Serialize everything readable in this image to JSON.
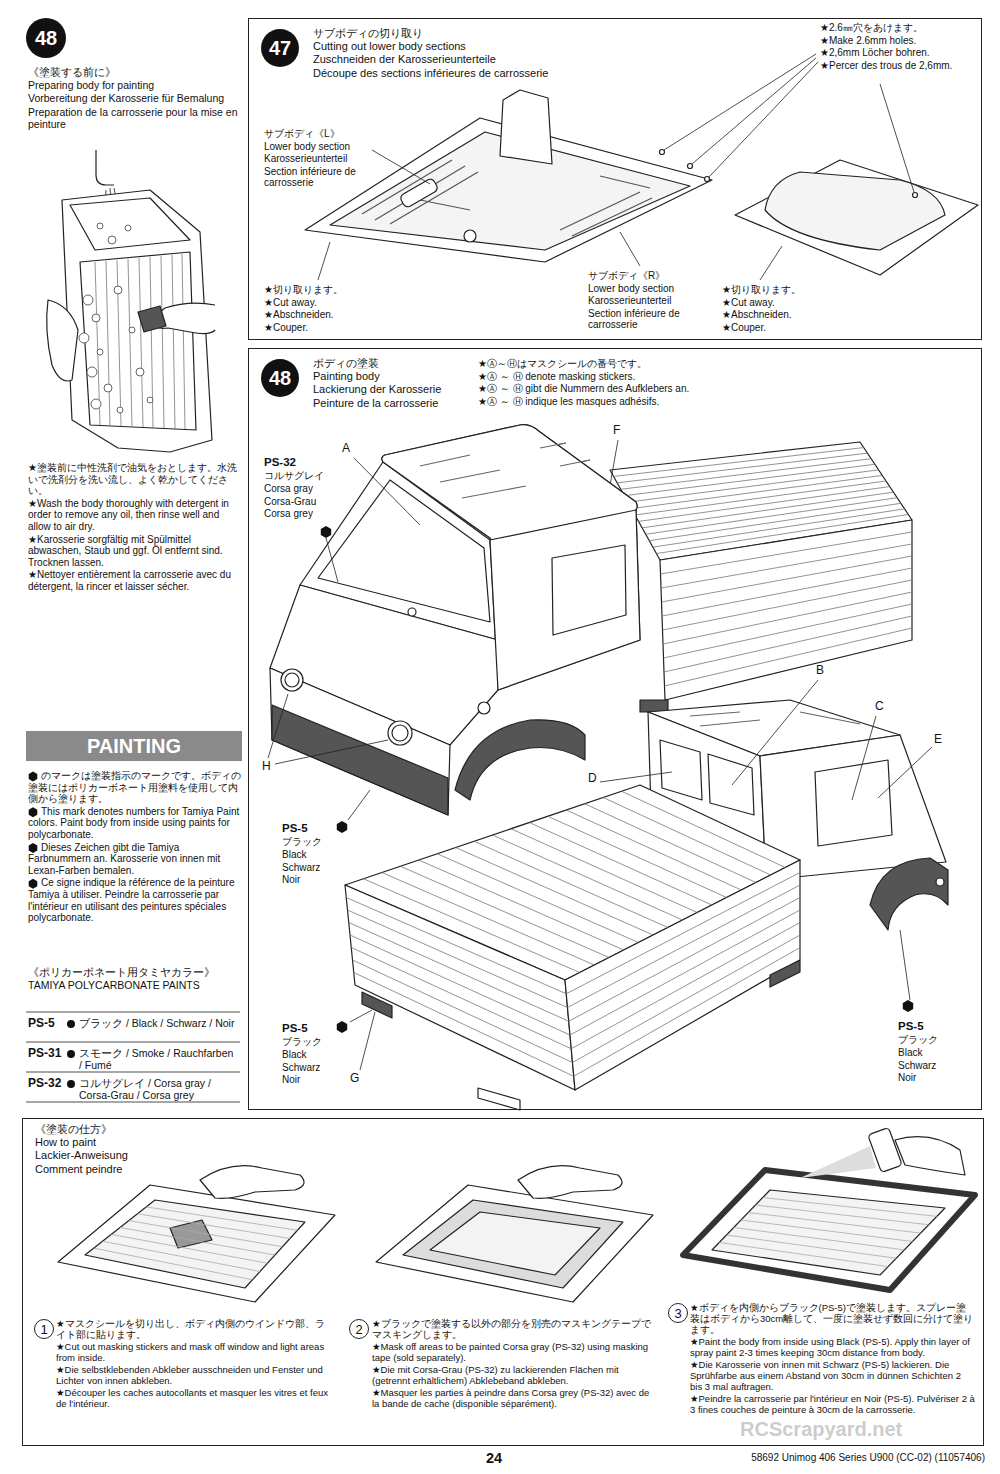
{
  "diagram": {
    "nodes": [
      {
        "text": [
          "48"
        ]
      },
      {
        "text": [
          "サブボディの切り取り",
          "Cutting out lower body sections",
          "Zuschneiden der Karosserieunterteile",
          "Découpe des sections inférieures de carrosserie"
        ]
      },
      {
        "text": [
          "47"
        ],
        "in": 1
      },
      {
        "text": [
          "ボディの塗装",
          "Painting body",
          "Lackierung der Karosserie",
          "Peinture de la carrosserie"
        ]
      },
      {
        "text": [
          "48"
        ],
        "in": 3
      },
      {
        "text": [
          "PAINTING"
        ]
      },
      {
        "text": [
          "《塗装の仕方》",
          "How to paint",
          "Lackier-Anweisung",
          "Comment peindre"
        ]
      },
      {
        "text": [
          "1"
        ],
        "in": 6
      },
      {
        "text": [
          "2"
        ],
        "in": 6
      },
      {
        "text": [
          "3"
        ],
        "in": 6
      }
    ],
    "labels": [
      "《塗装する前に》",
      "Preparing body for painting",
      "Vorbereitung der Karosserie für Bemalung",
      "Preparation de la carrosserie pour la mise en peinture",
      "★塗装前に中性洗剤で油気をおとします。水洗いで洗剤分を洗い流し、よく乾かしてください。",
      "★Wash the body thoroughly with detergent in order to remove any oil, then rinse well and allow to air dry.",
      "★Karosserie sorgfältig mit Spülmittel abwaschen, Staub und ggf. Öl entfernt sind. Trocknen lassen.",
      "★Nettoyer entièrement la carrosserie avec du détergent, la rincer et laisser sécher.",
      "のマークは塗装指示のマークです。ボディの塗装にはポリカーボネート用塗料を使用して内側から塗ります。",
      "This mark denotes numbers for Tamiya Paint colors. Paint body from inside using paints for polycarbonate.",
      "Dieses Zeichen gibt die Tamiya Farbnummern an. Karosserie von innen mit Lexan-Farben bemalen.",
      "Ce signe indique la référence de la peinture Tamiya à utiliser. Peindre la carrosserie par l'intérieur en utilisant des peintures spéciales polycarbonate.",
      "《ポリカーボネート用タミヤカラー》",
      "TAMIYA POLYCARBONATE PAINTS",
      "PS-5",
      "ブラック / Black / Schwarz / Noir",
      "PS-31",
      "スモーク / Smoke / Rauchfarben / Fumé",
      "PS-32",
      "コルサグレイ / Corsa gray / Corsa-Grau / Corsa grey",
      "★2.6㎜穴をあけます。",
      "★Make 2.6mm holes.",
      "★2,6mm Löcher bohren.",
      "★Percer des trous de 2,6mm.",
      "サブボディ《L》",
      "Lower body section",
      "Karosserieunterteil",
      "Section inférieure de carrosserie",
      "★切り取ります。",
      "★Cut away.",
      "★Abschneiden.",
      "★Couper.",
      "サブボディ《R》",
      "Lower body section",
      "Karosserieunterteil",
      "Section inférieure de carrosserie",
      "★切り取ります。",
      "★Cut away.",
      "★Abschneiden.",
      "★Couper.",
      "★Ⓐ～Ⓗはマスクシールの番号です。",
      "★Ⓐ ～ Ⓗ denote masking stickers.",
      "★Ⓐ ～ Ⓗ gibt die Nummern des Aufklebers an.",
      "★Ⓐ ～ Ⓗ indique les masques adhésifs.",
      "PS-32",
      "コルサグレイ",
      "Corsa gray",
      "Corsa-Grau",
      "Corsa grey",
      "A",
      "F",
      "H",
      "PS-5",
      "ブラック",
      "Black",
      "Schwarz",
      "Noir",
      "B",
      "C",
      "D",
      "E",
      "PS-5",
      "ブラック",
      "Black",
      "Schwarz",
      "Noir",
      "G",
      "PS-5",
      "ブラック",
      "Black",
      "Schwarz",
      "Noir",
      "★マスクシールを切り出し、ボディ内側のウインドウ部、ライト部に貼ります。",
      "★Cut out masking stickers and mask off window and light areas from inside.",
      "★Die selbstklebenden Abkleber ausschneiden und Fenster und Lichter von innen abkleben.",
      "★Découper les caches autocollants et masquer les vitres et feux de l'intérieur.",
      "★ブラックで塗装する以外の部分を別売のマスキングテープでマスキングします。",
      "★Mask off areas to be painted Corsa gray (PS-32) using masking tape (sold separately).",
      "★Die mit Corsa-Grau (PS-32) zu lackierenden Flächen mit (getrennt erhältlichem) Abklebeband abkleben.",
      "★Masquer les parties à peindre dans Corsa grey (PS-32) avec de la bande de cache (disponible séparément).",
      "★ボディを内側からブラック(PS-5)で塗装します。スプレー塗装はボディから30cm離して、一度に塗装せず数回に分けて塗ります。",
      "★Paint the body from inside using Black (PS-5). Apply thin layer of spray paint 2-3 times keeping 30cm distance from body.",
      "★Die Karosserie von innen mit Schwarz (PS-5) lackieren. Die Sprühfarbe aus einem Abstand von 30cm in dünnen Schichten 2 bis 3 mal auftragen.",
      "★Peindre la carrosserie par l'intérieur en Noir (PS-5). Pulvériser 2 à 3 fines couches de peinture à 30cm de la carrosserie.",
      "24",
      "58692 Unimog 406 Series U900 (CC-02) (11057406)",
      "RCScrapyard.net"
    ]
  }
}
